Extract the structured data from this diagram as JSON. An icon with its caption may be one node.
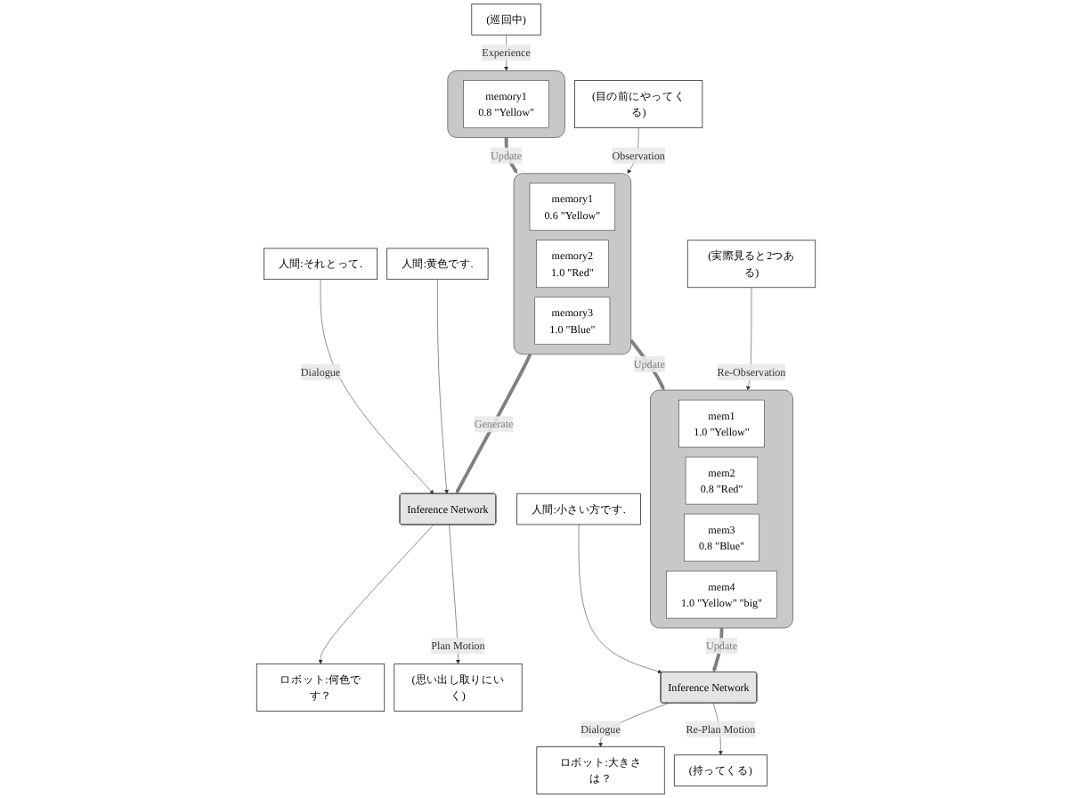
{
  "diagram": {
    "nodes": [
      {
        "text": [
          "(巡回中)"
        ]
      },
      {
        "text": [],
        "shape": "cylinder"
      },
      {
        "text": [
          "memory1",
          "0.8 \"Yellow\""
        ],
        "in": 1
      },
      {
        "text": [
          "(目の前にやってくる)"
        ]
      },
      {
        "text": [],
        "shape": "cylinder"
      },
      {
        "text": [
          "memory1",
          "0.6 \"Yellow\""
        ],
        "in": 4
      },
      {
        "text": [
          "memory2",
          "1.0 \"Red\""
        ],
        "in": 4
      },
      {
        "text": [
          "memory3",
          "1.0 \"Blue\""
        ],
        "in": 4
      },
      {
        "text": [
          "人間:それとって."
        ]
      },
      {
        "text": [
          "ロボット:何色です？"
        ]
      },
      {
        "text": [
          "Inference Network"
        ]
      },
      {
        "text": [
          "人間:黄色です."
        ]
      },
      {
        "text": [
          "(思い出し取りにいく)"
        ]
      },
      {
        "text": [
          "(実際見ると2つある)"
        ]
      },
      {
        "text": [],
        "shape": "cylinder"
      },
      {
        "text": [
          "mem1",
          "1.0 \"Yellow\""
        ],
        "in": 14
      },
      {
        "text": [
          "mem2",
          "0.8 \"Red\""
        ],
        "in": 14
      },
      {
        "text": [
          "mem3",
          "0.8 \"Blue\""
        ],
        "in": 14
      },
      {
        "text": [
          "mem4",
          "1.0 \"Yellow\" \"big\""
        ],
        "in": 14
      },
      {
        "text": [
          "ロボット:大きさは？"
        ]
      },
      {
        "text": [
          "Inference Network"
        ]
      },
      {
        "text": [
          "人間:小さい方です."
        ]
      },
      {
        "text": [
          "(持ってくる)"
        ]
      }
    ],
    "edges": [
      {
        "from": 0,
        "to": 1,
        "arrow": "to",
        "label": "Experience"
      },
      {
        "from": 1,
        "to": 4,
        "arrow": "to",
        "label": "Update",
        "style": "thick",
        "color": "#808080"
      },
      {
        "from": 3,
        "to": 4,
        "arrow": "to",
        "label": "Observation"
      },
      {
        "from": 8,
        "to": 10,
        "arrow": "to",
        "label": "Dialogue"
      },
      {
        "from": 10,
        "to": 9,
        "arrow": "to"
      },
      {
        "from": 11,
        "to": 10,
        "arrow": "to"
      },
      {
        "from": 4,
        "to": 10,
        "arrow": "to",
        "label": "Generate",
        "style": "thick",
        "color": "#808080"
      },
      {
        "from": 10,
        "to": 12,
        "arrow": "to",
        "label": "Plan Motion"
      },
      {
        "from": 4,
        "to": 14,
        "arrow": "to",
        "label": "Update",
        "style": "thick",
        "color": "#808080"
      },
      {
        "from": 13,
        "to": 14,
        "arrow": "to",
        "label": "Re-Observation"
      },
      {
        "from": 20,
        "to": 19,
        "arrow": "to",
        "label": "Dialogue"
      },
      {
        "from": 21,
        "to": 20,
        "arrow": "to"
      },
      {
        "from": 14,
        "to": 20,
        "arrow": "to",
        "label": "Update",
        "style": "thick",
        "color": "#808080"
      },
      {
        "from": 20,
        "to": 22,
        "arrow": "to",
        "label": "Re-Plan Motion"
      }
    ]
  }
}
